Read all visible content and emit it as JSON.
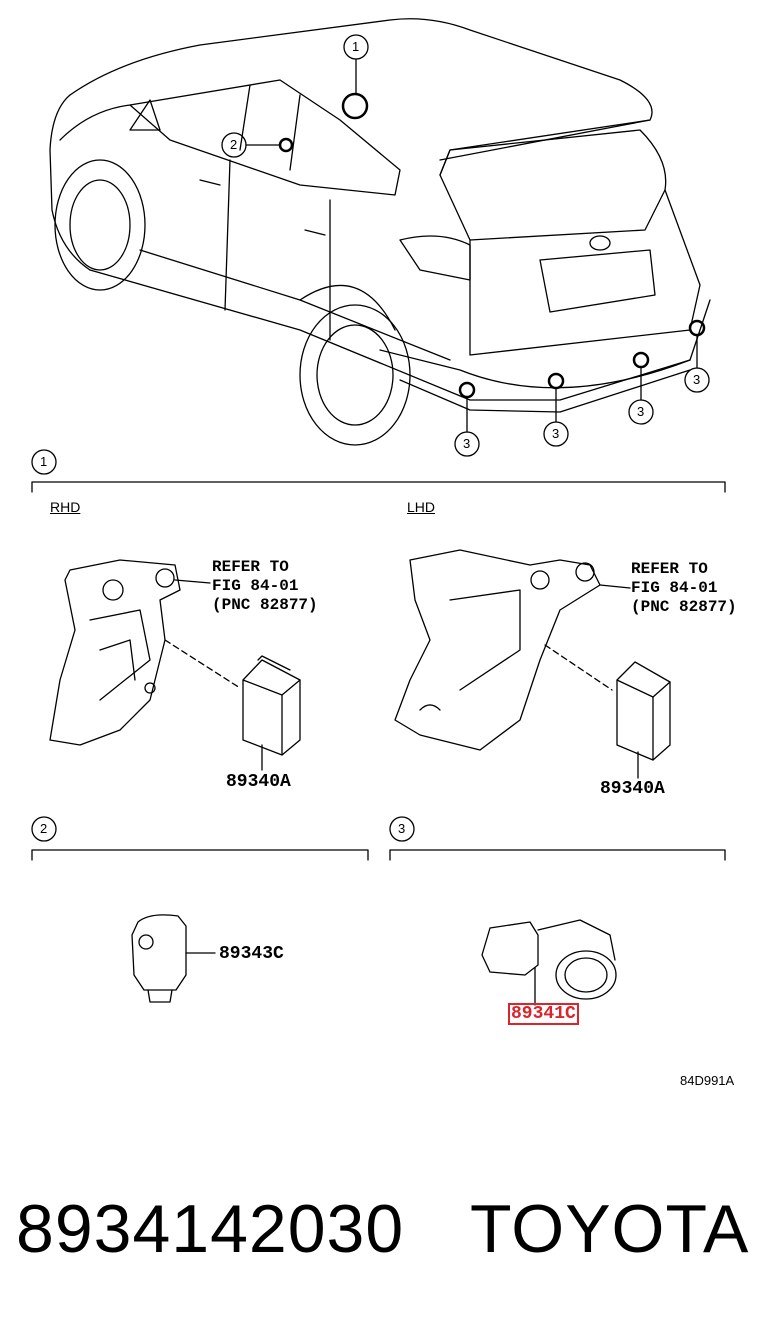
{
  "callouts": {
    "c1": "1",
    "c2": "2",
    "c3": "3"
  },
  "sections": {
    "s1": {
      "number": "1",
      "rhd": "RHD",
      "lhd": "LHD",
      "refer_rhd": "REFER TO\nFIG 84-01\n(PNC 82877)",
      "refer_lhd": "REFER TO\nFIG 84-01\n(PNC 82877)",
      "part_rhd": "89340A",
      "part_lhd": "89340A"
    },
    "s2": {
      "number": "2",
      "part": "89343C"
    },
    "s3": {
      "number": "3",
      "part": "89341C"
    }
  },
  "figure_code": "84D991A",
  "footer": {
    "part_number": "8934142030",
    "brand": "TOYOTA"
  },
  "colors": {
    "highlight": "#d9252b",
    "line": "#000000"
  }
}
